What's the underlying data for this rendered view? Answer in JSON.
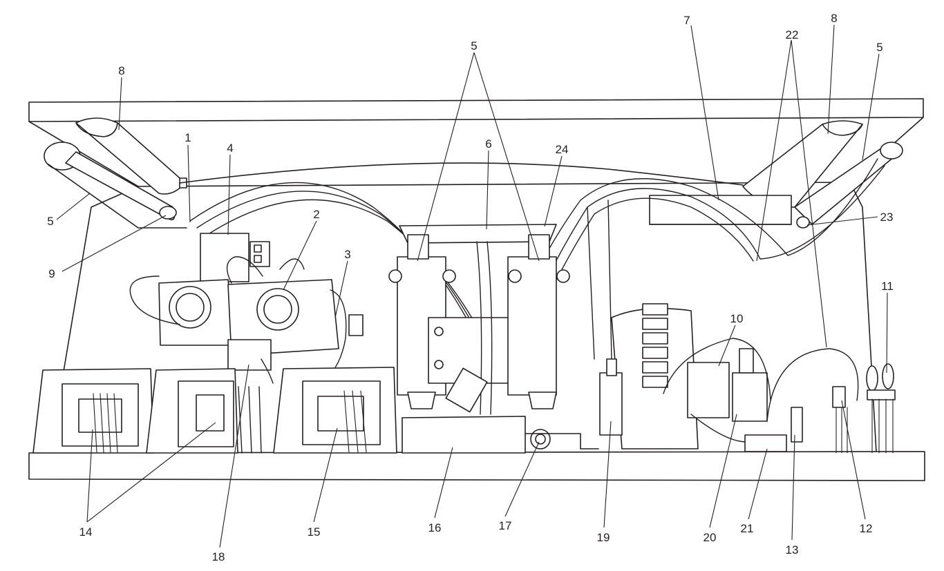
{
  "callouts": [
    {
      "id": "c1",
      "text": "1"
    },
    {
      "id": "c2",
      "text": "2"
    },
    {
      "id": "c3",
      "text": "3"
    },
    {
      "id": "c4",
      "text": "4"
    },
    {
      "id": "c5a",
      "text": "5"
    },
    {
      "id": "c5b",
      "text": "5"
    },
    {
      "id": "c5c",
      "text": "5"
    },
    {
      "id": "c6",
      "text": "6"
    },
    {
      "id": "c7",
      "text": "7"
    },
    {
      "id": "c8a",
      "text": "8"
    },
    {
      "id": "c8b",
      "text": "8"
    },
    {
      "id": "c9",
      "text": "9"
    },
    {
      "id": "c10",
      "text": "10"
    },
    {
      "id": "c11",
      "text": "11"
    },
    {
      "id": "c12",
      "text": "12"
    },
    {
      "id": "c13",
      "text": "13"
    },
    {
      "id": "c14",
      "text": "14"
    },
    {
      "id": "c15",
      "text": "15"
    },
    {
      "id": "c16",
      "text": "16"
    },
    {
      "id": "c17",
      "text": "17"
    },
    {
      "id": "c18",
      "text": "18"
    },
    {
      "id": "c19",
      "text": "19"
    },
    {
      "id": "c20",
      "text": "20"
    },
    {
      "id": "c21",
      "text": "21"
    },
    {
      "id": "c22",
      "text": "22"
    },
    {
      "id": "c23",
      "text": "23"
    },
    {
      "id": "c24",
      "text": "24"
    }
  ]
}
